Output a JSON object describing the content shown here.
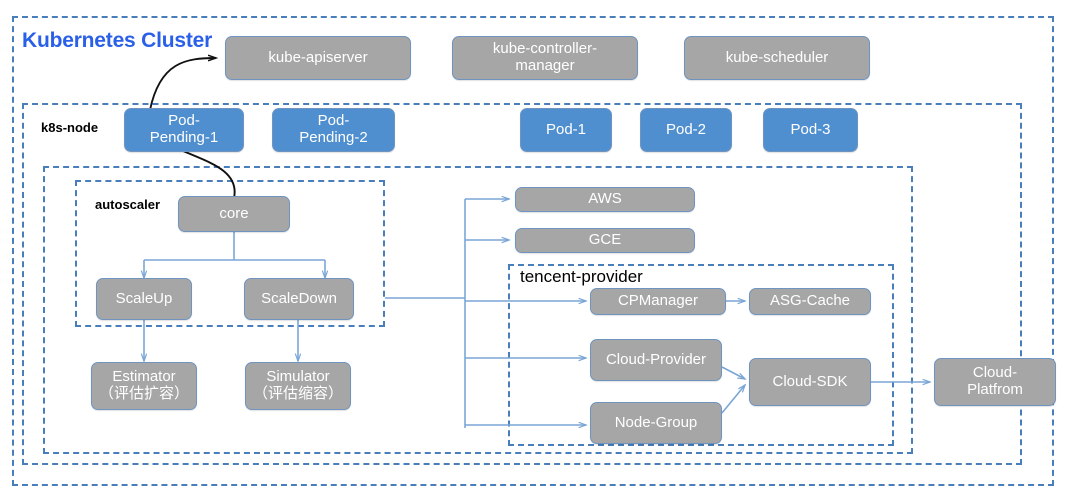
{
  "diagram": {
    "title": "Kubernetes Cluster",
    "groups": [
      {
        "id": "kubernetes-cluster",
        "label": "Kubernetes Cluster"
      },
      {
        "id": "k8s-node",
        "label": "k8s-node"
      },
      {
        "id": "autoscaler-outer",
        "label": ""
      },
      {
        "id": "autoscaler",
        "label": "autoscaler"
      },
      {
        "id": "tencent-provider",
        "label": "tencent-provider"
      }
    ],
    "control_plane": [
      {
        "id": "kube-apiserver",
        "label": "kube-apiserver",
        "color": "#a6a6a6"
      },
      {
        "id": "kube-controller-manager",
        "label": "kube-controller-\nmanager",
        "color": "#a6a6a6"
      },
      {
        "id": "kube-scheduler",
        "label": "kube-scheduler",
        "color": "#a6a6a6"
      }
    ],
    "pods": [
      {
        "id": "pod-pending-1",
        "label": "Pod-\nPending-1",
        "color": "#4f8fd0"
      },
      {
        "id": "pod-pending-2",
        "label": "Pod-\nPending-2",
        "color": "#4f8fd0"
      },
      {
        "id": "pod-1",
        "label": "Pod-1",
        "color": "#4f8fd0"
      },
      {
        "id": "pod-2",
        "label": "Pod-2",
        "color": "#4f8fd0"
      },
      {
        "id": "pod-3",
        "label": "Pod-3",
        "color": "#4f8fd0"
      }
    ],
    "autoscaler_nodes": [
      {
        "id": "core",
        "label": "core",
        "color": "#a6a6a6"
      },
      {
        "id": "scaleup",
        "label": "ScaleUp",
        "color": "#a6a6a6"
      },
      {
        "id": "scaledown",
        "label": "ScaleDown",
        "color": "#a6a6a6"
      },
      {
        "id": "estimator",
        "label": "Estimator\n（评估扩容）",
        "color": "#a6a6a6"
      },
      {
        "id": "simulator",
        "label": "Simulator\n（评估缩容）",
        "color": "#a6a6a6"
      }
    ],
    "cloud_providers": [
      {
        "id": "aws",
        "label": "AWS",
        "color": "#a6a6a6"
      },
      {
        "id": "gce",
        "label": "GCE",
        "color": "#a6a6a6"
      }
    ],
    "tencent_nodes": [
      {
        "id": "cpmanager",
        "label": "CPManager",
        "color": "#a6a6a6"
      },
      {
        "id": "asg-cache",
        "label": "ASG-Cache",
        "color": "#a6a6a6"
      },
      {
        "id": "cloud-provider",
        "label": "Cloud-Provider",
        "color": "#a6a6a6"
      },
      {
        "id": "node-group",
        "label": "Node-Group",
        "color": "#a6a6a6"
      },
      {
        "id": "cloud-sdk",
        "label": "Cloud-SDK",
        "color": "#a6a6a6"
      }
    ],
    "external": [
      {
        "id": "cloud-platform",
        "label": "Cloud-\nPlatfrom",
        "color": "#a6a6a6"
      }
    ],
    "colors": {
      "accent_blue": "#4f8fd0",
      "gray_fill": "#a6a6a6",
      "dashed_border": "#4a7ebb",
      "title_blue": "#2a5fe8",
      "connector_blue": "#7aa6d6",
      "connector_black": "#111111"
    }
  }
}
